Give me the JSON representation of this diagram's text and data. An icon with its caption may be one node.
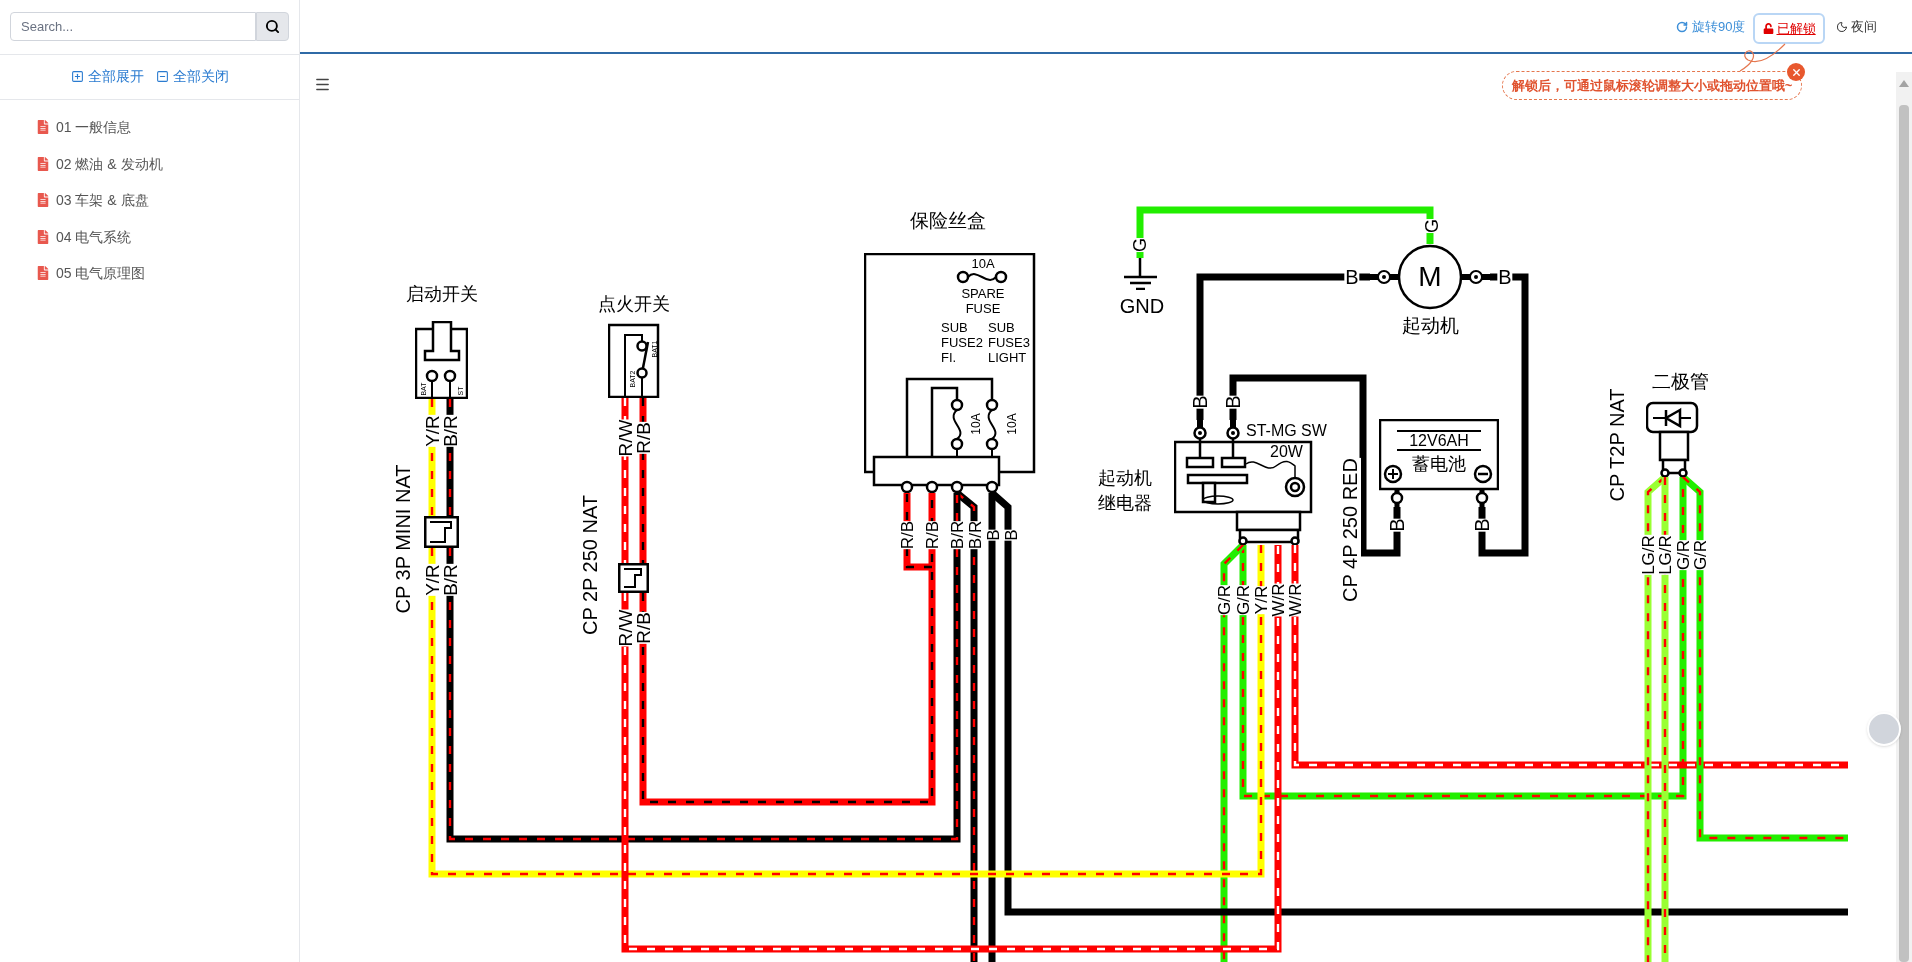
{
  "diagram": {
    "nodes": [
      {
        "text": [
          "启动开关",
          "BAT",
          "ST"
        ]
      },
      {
        "text": [
          "点火开关",
          "BAT1",
          "BAT2"
        ]
      },
      {
        "text": [
          "保险丝盒",
          "10A",
          "SPARE FUSE",
          "SUB FUSE2 FI.",
          "SUB FUSE3 LIGHT",
          "10A",
          "10A"
        ]
      },
      {
        "text": [
          "GND"
        ]
      },
      {
        "text": [
          "M",
          "起动机"
        ]
      },
      {
        "text": [
          "起动机继电器",
          "ST-MG SW",
          "20W"
        ]
      },
      {
        "text": [
          "12V6AH",
          "蓄电池"
        ]
      },
      {
        "text": [
          "二极管"
        ]
      },
      {
        "text": [
          "已解锁"
        ]
      },
      {
        "text": [
          "解锁后，可通过鼠标滚轮调整大小或拖动位置哦~"
        ]
      },
      {
        "text": [],
        "shape": "box",
        "beside": [
          "CP 3P MINI NAT"
        ]
      },
      {
        "text": [],
        "shape": "box",
        "beside": [
          "CP 2P 250 NAT"
        ]
      }
    ],
    "edges": [
      {
        "from": 3,
        "to": 4,
        "arrow": "none",
        "color": "#22ee00"
      },
      {
        "from": 4,
        "to": 5,
        "arrow": "none"
      },
      {
        "from": 5,
        "to": 6,
        "arrow": "none"
      },
      {
        "from": 4,
        "to": 6,
        "arrow": "none"
      },
      {
        "from": 0,
        "to": 10,
        "arrow": "none"
      },
      {
        "from": 0,
        "to": 10,
        "arrow": "none",
        "color": "#ffff00"
      },
      {
        "from": 1,
        "to": 11,
        "arrow": "none",
        "color": "#ff0000"
      },
      {
        "from": 1,
        "to": 11,
        "arrow": "none",
        "color": "#ff0000"
      },
      {
        "from": 5,
        "to": 7,
        "arrow": "none",
        "color": "#22ee00"
      },
      {
        "from": 5,
        "to": null,
        "arrow": "none",
        "color": "#22ee00"
      },
      {
        "from": 5,
        "to": null,
        "arrow": "none",
        "color": "#ff0000"
      },
      {
        "from": 2,
        "to": null,
        "arrow": "none"
      },
      {
        "from": 2,
        "to": null,
        "arrow": "none"
      },
      {
        "from": 2,
        "to": null,
        "arrow": "none"
      },
      {
        "from": 7,
        "to": null,
        "arrow": "none",
        "color": "#99ff33"
      },
      {
        "from": 7,
        "to": null,
        "arrow": "none",
        "color": "#99ff33"
      },
      {
        "from": 7,
        "to": null,
        "arrow": "none",
        "color": "#22ee00"
      },
      {
        "from": 9,
        "to": 8,
        "arrow": "none",
        "color": "#e5774f"
      },
      {
        "from": 10,
        "to": 2,
        "arrow": "none"
      },
      {
        "from": 10,
        "to": 5,
        "arrow": "none",
        "color": "#ffff00"
      },
      {
        "from": 11,
        "to": 2,
        "arrow": "none",
        "color": "#ff0000"
      },
      {
        "from": 11,
        "to": 5,
        "arrow": "none",
        "color": "#ff0000"
      }
    ],
    "labels": [
      "Search...",
      "全部展开",
      "全部关闭",
      "01 一般信息",
      "02 燃油 & 发动机",
      "03 车架 & 底盘",
      "04 电气系统",
      "05 电气原理图",
      "旋转90度",
      "夜间",
      "G",
      "G",
      "B",
      "B",
      "B",
      "B",
      "B",
      "B",
      "Y/R",
      "B/R",
      "Y/R",
      "B/R",
      "R/W",
      "R/B",
      "R/W",
      "R/B",
      "R/B",
      "R/B",
      "B/R",
      "B/R",
      "B",
      "B",
      "G/R",
      "G/R",
      "Y/R",
      "W/R",
      "W/R",
      "CP 4P 250 RED",
      "CP T2P NAT",
      "LG/R",
      "LG/R",
      "G/R",
      "G/R"
    ]
  }
}
